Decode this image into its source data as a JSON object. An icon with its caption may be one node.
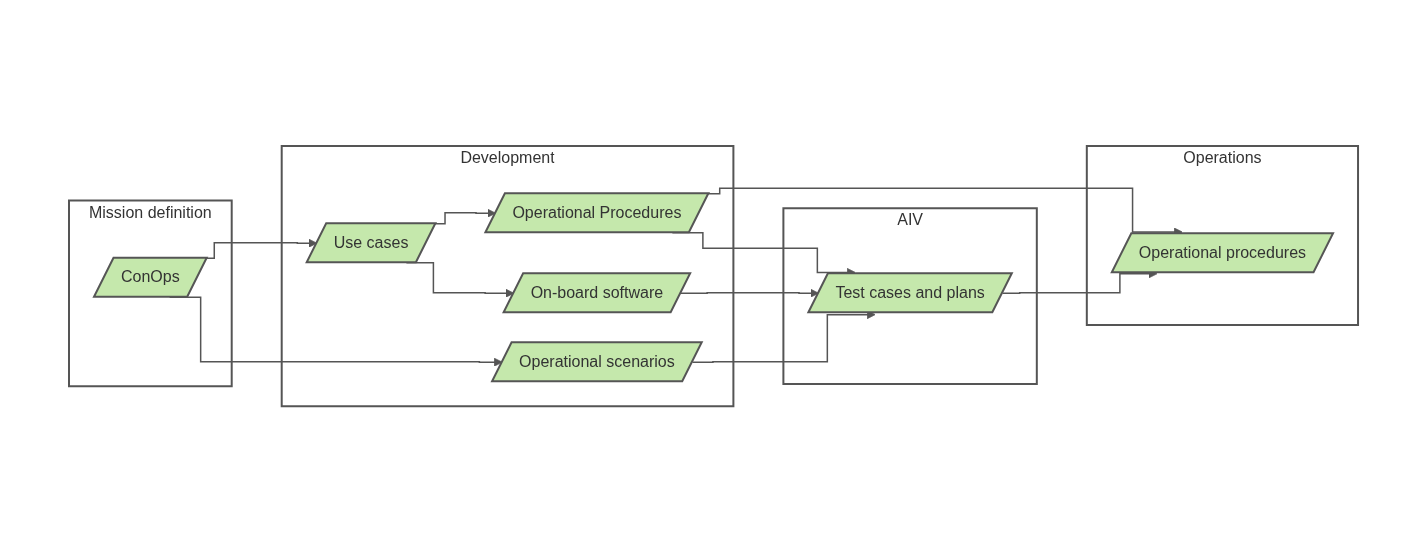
{
  "diagram": {
    "nodes": [
      {
        "text": [
          "Mission definition"
        ]
      },
      {
        "text": [
          "ConOps"
        ],
        "in": 0
      },
      {
        "text": [
          "Development"
        ]
      },
      {
        "text": [
          "Use cases"
        ],
        "in": 2
      },
      {
        "text": [
          "Operational Procedures"
        ],
        "in": 2
      },
      {
        "text": [
          "On-board software"
        ],
        "in": 2
      },
      {
        "text": [
          "Operational scenarios"
        ],
        "in": 2
      },
      {
        "text": [
          "AIV"
        ]
      },
      {
        "text": [
          "Test cases and plans"
        ],
        "in": 7
      },
      {
        "text": [
          "Operations"
        ]
      },
      {
        "text": [
          "Operational procedures"
        ],
        "in": 9
      }
    ],
    "edges": [
      {
        "from": 1,
        "to": 3,
        "arrow": "to"
      },
      {
        "from": 1,
        "to": 6,
        "arrow": "to"
      },
      {
        "from": 3,
        "to": 4,
        "arrow": "to"
      },
      {
        "from": 3,
        "to": 5,
        "arrow": "to"
      },
      {
        "from": 4,
        "to": 10,
        "arrow": "to"
      },
      {
        "from": 4,
        "to": 8,
        "arrow": "to"
      },
      {
        "from": 5,
        "to": 8,
        "arrow": "to"
      },
      {
        "from": 6,
        "to": 8,
        "arrow": "to"
      },
      {
        "from": 8,
        "to": 10,
        "arrow": "to"
      }
    ]
  }
}
